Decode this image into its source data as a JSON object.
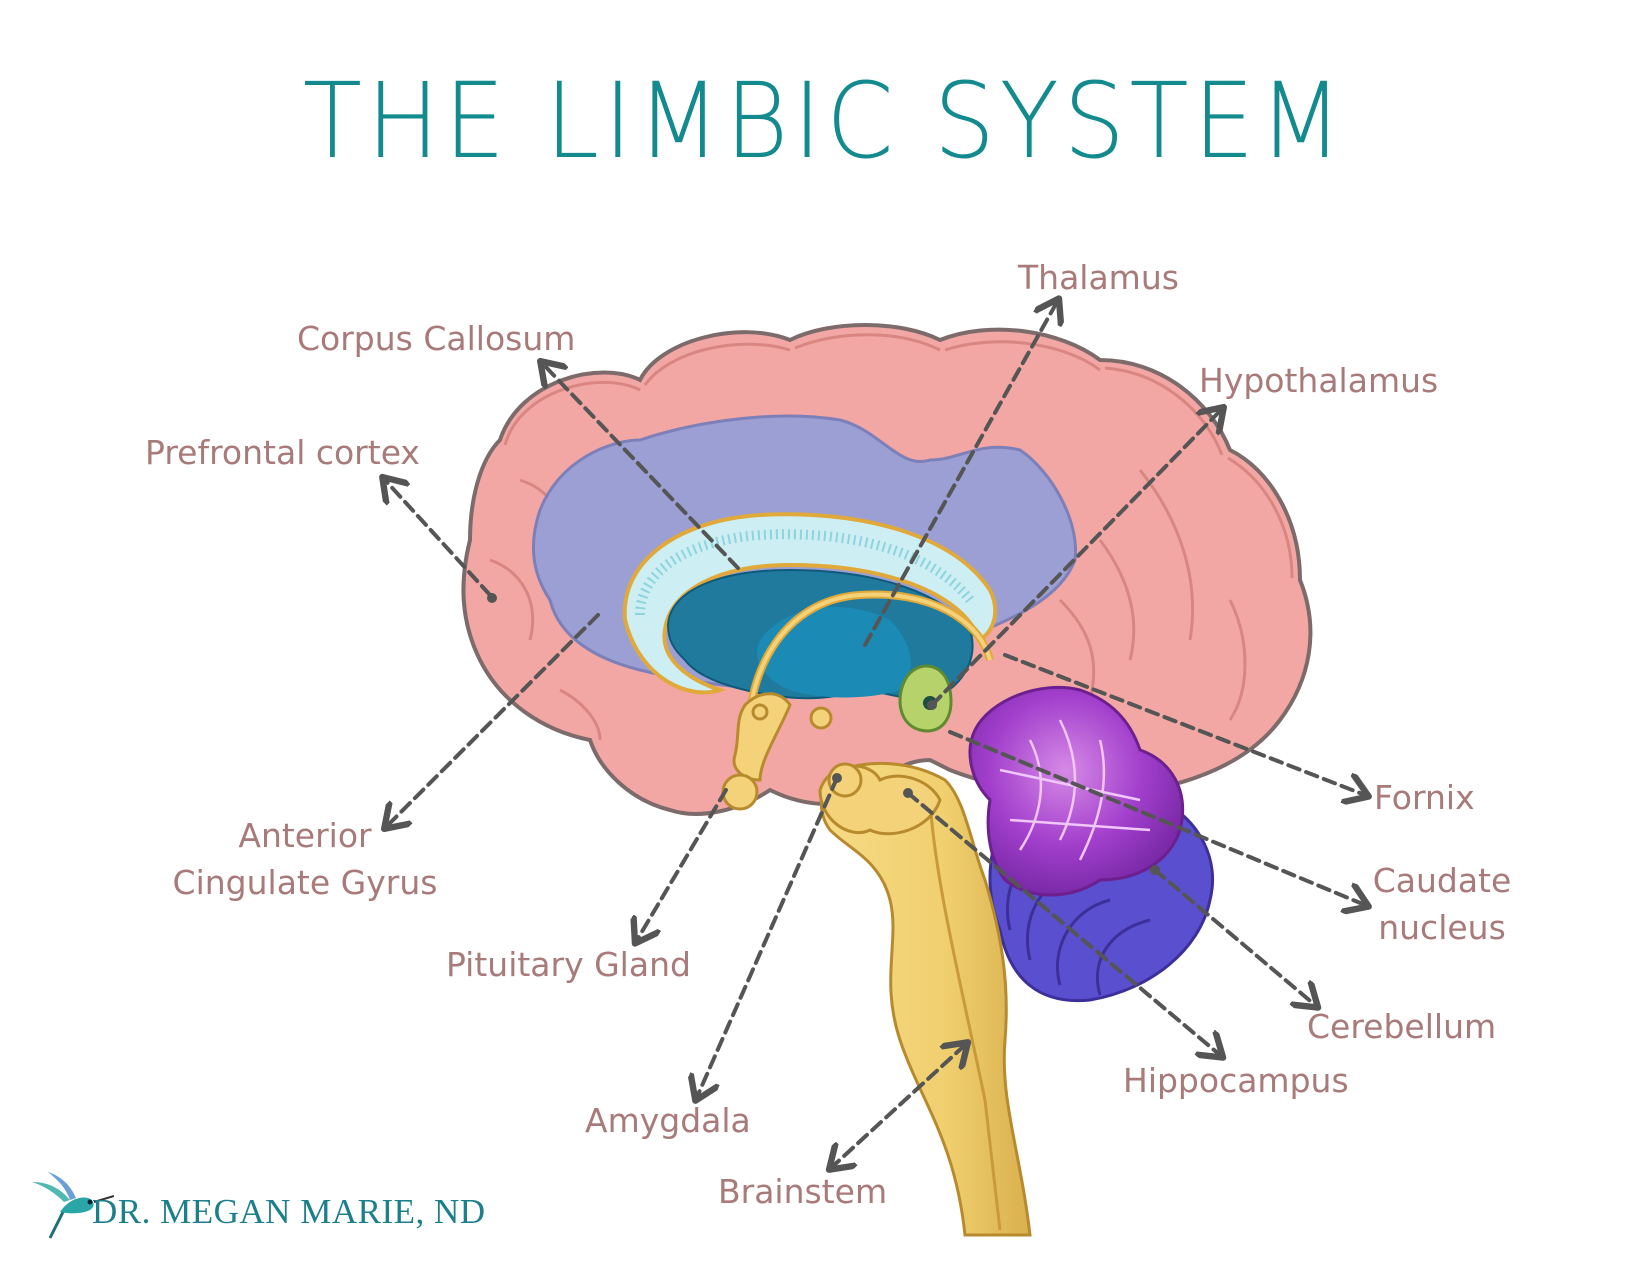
{
  "title": "THE LIMBIC SYSTEM",
  "labels": {
    "thalamus": "Thalamus",
    "corpus_callosum": "Corpus Callosum",
    "hypothalamus": "Hypothalamus",
    "prefrontal_cortex": "Prefrontal cortex",
    "fornix": "Fornix",
    "anterior_cingulate_line1": "Anterior",
    "anterior_cingulate_line2": "Cingulate Gyrus",
    "caudate_line1": "Caudate",
    "caudate_line2": "nucleus",
    "pituitary_gland": "Pituitary Gland",
    "cerebellum": "Cerebellum",
    "hippocampus": "Hippocampus",
    "amygdala": "Amygdala",
    "brainstem": "Brainstem"
  },
  "brand": {
    "name": "DR. MEGAN MARIE, ND"
  },
  "colors": {
    "title": "#128a8e",
    "label": "#a87a7a",
    "cortex": "#f2a7a4",
    "ventricle": "#9c9fd3",
    "limbic_core": "#1f7a9e",
    "stem": "#f0cf6e",
    "cerebellum": "#9a2ec9",
    "arrow": "#555555"
  },
  "icons": [
    "hummingbird-icon"
  ]
}
